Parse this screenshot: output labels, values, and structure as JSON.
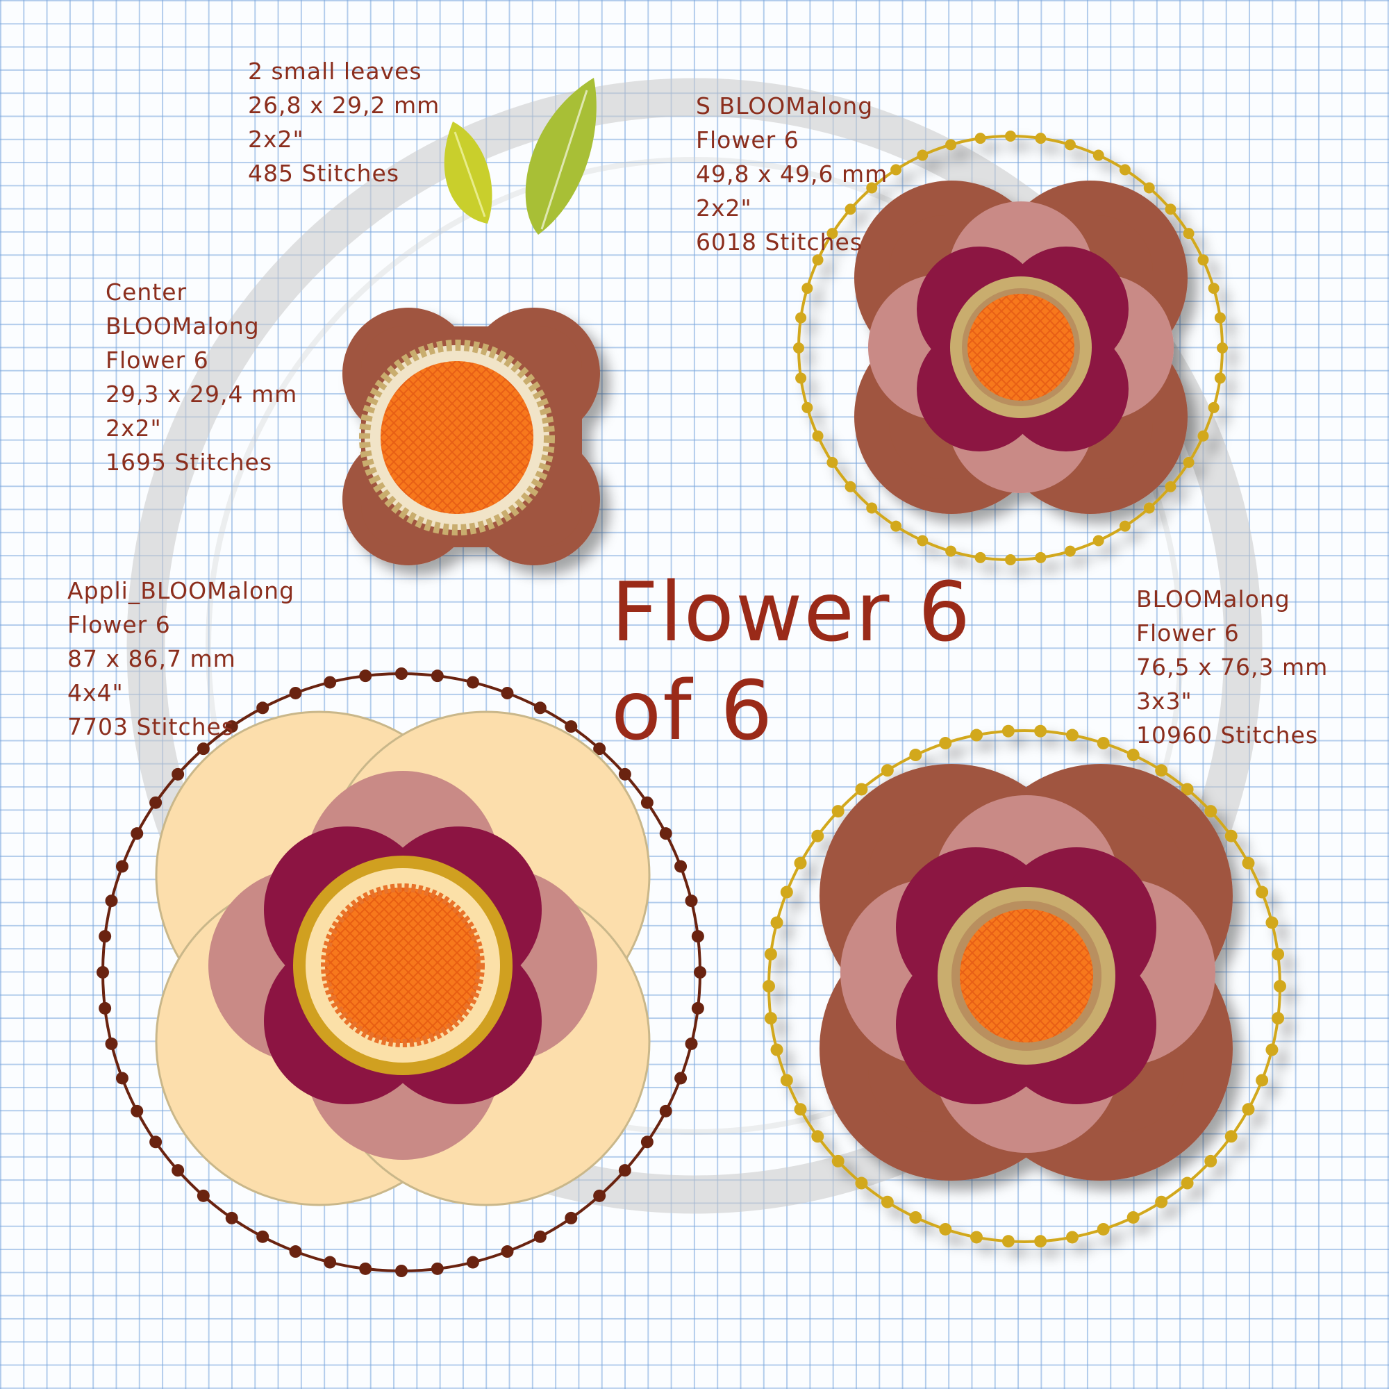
{
  "title": {
    "line1": "Flower 6",
    "line2": "of 6"
  },
  "colors": {
    "text": "#8b2e1d",
    "grid": "#78a5dc",
    "brown": "#a0553f",
    "mauve_pink": "#c98a86",
    "burgundy": "#8c1442",
    "orange": "#f7781c",
    "tan_ring": "#c9ad6e",
    "gold_ring": "#d0a020",
    "cream_applique": "#fcdeac",
    "leaf_green": "#a8bf36",
    "dot_gold": "#d2a81c",
    "dot_dark_brown": "#6a2310"
  },
  "designs": [
    {
      "id": "leaves",
      "lines": [
        "2 small leaves",
        "26,8 x 29,2 mm",
        "2x2\"",
        "485 Stitches"
      ]
    },
    {
      "id": "s-flower",
      "lines": [
        "S BLOOMalong",
        "Flower 6",
        "49,8 x 49,6 mm",
        "2x2\"",
        "6018 Stitches"
      ]
    },
    {
      "id": "center",
      "lines": [
        "Center",
        "BLOOMalong",
        "Flower 6",
        "29,3 x 29,4 mm",
        "2x2\"",
        "1695 Stitches"
      ]
    },
    {
      "id": "appli",
      "lines": [
        "Appli_BLOOMalong",
        "Flower 6",
        "87 x 86,7 mm",
        "4x4\"",
        "7703 Stitches"
      ]
    },
    {
      "id": "bloom",
      "lines": [
        "BLOOMalong",
        "Flower 6",
        "76,5 x 76,3 mm",
        "3x3\"",
        "10960 Stitches"
      ]
    }
  ]
}
